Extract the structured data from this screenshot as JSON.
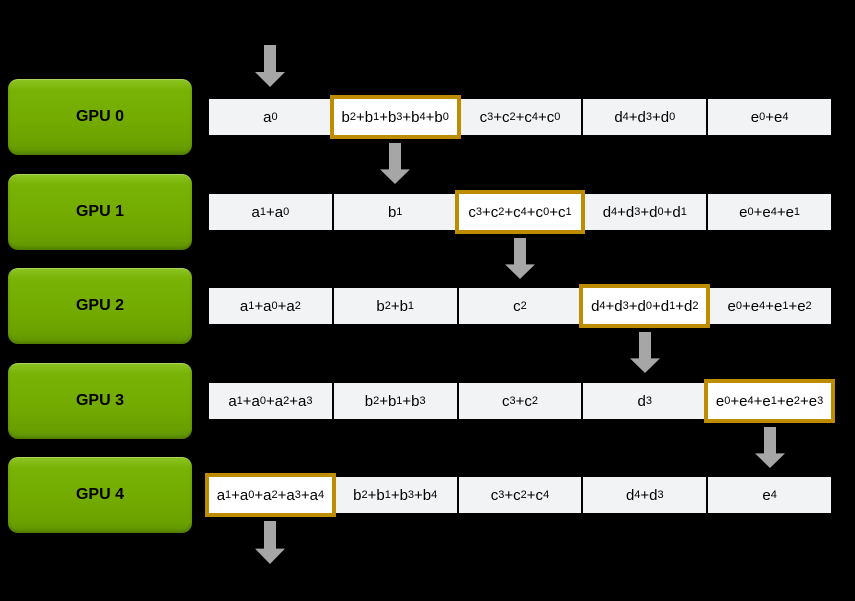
{
  "diagram": {
    "description_labels": [],
    "gpus": [
      {
        "label": "GPU 0",
        "cells": [
          {
            "formula": "a_0",
            "highlighted": false
          },
          {
            "formula": "b_2+b_1+b_3+b_4+b_0",
            "highlighted": true
          },
          {
            "formula": "c_3+c_2+c_4+c_0",
            "highlighted": false
          },
          {
            "formula": "d_4+d_3+d_0",
            "highlighted": false
          },
          {
            "formula": "e_0+e_4",
            "highlighted": false
          }
        ]
      },
      {
        "label": "GPU 1",
        "cells": [
          {
            "formula": "a_1+a_0",
            "highlighted": false
          },
          {
            "formula": "b_1",
            "highlighted": false
          },
          {
            "formula": "c_3+c_2+c_4+c_0+c_1",
            "highlighted": true
          },
          {
            "formula": "d_4+d_3+d_0+d_1",
            "highlighted": false
          },
          {
            "formula": "e_0+e_4+e_1",
            "highlighted": false
          }
        ]
      },
      {
        "label": "GPU 2",
        "cells": [
          {
            "formula": "a_1+a_0+a_2",
            "highlighted": false
          },
          {
            "formula": "b_2+b_1",
            "highlighted": false
          },
          {
            "formula": "c_2",
            "highlighted": false
          },
          {
            "formula": "d_4+d_3+d_0+d_1+d_2",
            "highlighted": true
          },
          {
            "formula": "e_0+e_4+e_1+e_2",
            "highlighted": false
          }
        ]
      },
      {
        "label": "GPU 3",
        "cells": [
          {
            "formula": "a_1+a_0+a_2+a_3",
            "highlighted": false
          },
          {
            "formula": "b_2+b_1+b_3",
            "highlighted": false
          },
          {
            "formula": "c_3+c_2",
            "highlighted": false
          },
          {
            "formula": "d_3",
            "highlighted": false
          },
          {
            "formula": "e_0+e_4+e_1+e_2+e_3",
            "highlighted": true
          }
        ]
      },
      {
        "label": "GPU 4",
        "cells": [
          {
            "formula": "a_1+a_0+a_2+a_3+a_4",
            "highlighted": true
          },
          {
            "formula": "b_2+b_1+b_3+b_4",
            "highlighted": false
          },
          {
            "formula": "c_3+c_2+c_4",
            "highlighted": false
          },
          {
            "formula": "d_4+d_3",
            "highlighted": false
          },
          {
            "formula": "e_4",
            "highlighted": false
          }
        ]
      }
    ],
    "arrows": [
      {
        "name": "arrow-into-gpu0",
        "position": "above",
        "row": 0,
        "column": 0
      },
      {
        "name": "arrow-gpu0-to-gpu1",
        "position": "below",
        "row": 0,
        "column": 1
      },
      {
        "name": "arrow-gpu1-to-gpu2",
        "position": "below",
        "row": 1,
        "column": 2
      },
      {
        "name": "arrow-gpu2-to-gpu3",
        "position": "below",
        "row": 2,
        "column": 3
      },
      {
        "name": "arrow-gpu3-to-gpu4",
        "position": "below",
        "row": 3,
        "column": 4
      },
      {
        "name": "arrow-out-of-gpu4",
        "position": "below",
        "row": 4,
        "column": 0
      }
    ],
    "colors": {
      "background": "#000000",
      "gpu_green": "#73ab00",
      "gpu_green_light": "#8cc523",
      "highlight_border": "#be8c00",
      "cell_background": "#f2f3f4",
      "cell_highlight_background": "#ffffff",
      "arrow_gray": "#a6a6a6",
      "text": "#000000"
    }
  }
}
